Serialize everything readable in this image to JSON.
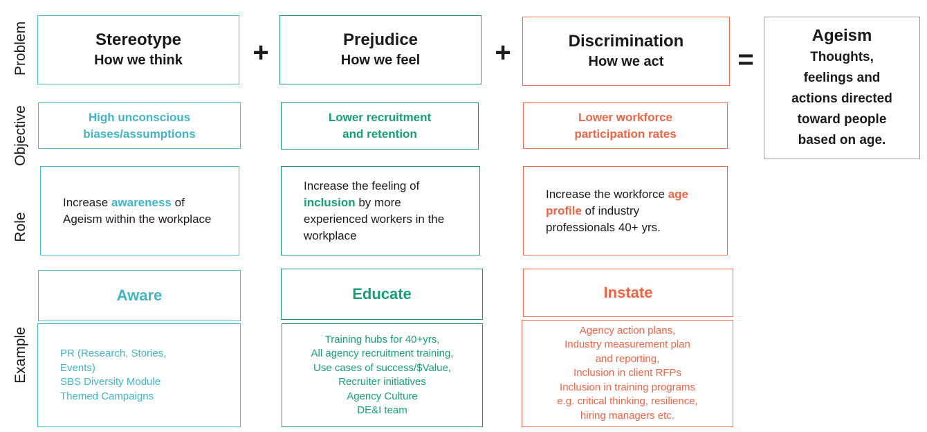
{
  "row_labels": {
    "problem": "Problem",
    "objective": "Objective",
    "role": "Role",
    "example": "Example"
  },
  "operators": {
    "plus1": "+",
    "plus2": "+",
    "equals": "="
  },
  "columns": {
    "stereotype": {
      "title": "Stereotype",
      "subtitle": "How we think",
      "objective": [
        "High unconscious",
        "biases/assumptions"
      ],
      "role": {
        "before": "Increase ",
        "highlight": "awareness",
        "after": " of Ageism within the workplace"
      },
      "verb": "Aware",
      "examples": [
        "PR (Research, Stories,",
        "Events)",
        "SBS Diversity Module",
        "Themed Campaigns"
      ]
    },
    "prejudice": {
      "title": "Prejudice",
      "subtitle": "How we feel",
      "objective": [
        "Lower recruitment",
        "and retention"
      ],
      "role": {
        "before": "Increase the feeling of ",
        "highlight": "inclusion",
        "after": " by more experienced workers in the workplace"
      },
      "verb": "Educate",
      "examples": [
        "Training hubs for 40+yrs,",
        "All agency recruitment training,",
        "Use cases of success/$Value,",
        "Recruiter initiatives",
        "Agency Culture",
        "DE&I team"
      ]
    },
    "discrimination": {
      "title": "Discrimination",
      "subtitle": "How we act",
      "objective": [
        "Lower workforce",
        "participation rates"
      ],
      "role": {
        "before": "Increase the workforce ",
        "highlight": "age profile",
        "after": " of industry professionals 40+ yrs."
      },
      "verb": "Instate",
      "examples": [
        "Agency action plans,",
        "Industry measurement plan",
        "and reporting,",
        "Inclusion in client RFPs",
        "Inclusion in training programs",
        "e.g. critical thinking, resilience,",
        "hiring managers etc."
      ]
    }
  },
  "result": {
    "title": "Ageism",
    "lines": [
      "Thoughts,",
      "feelings and",
      "actions directed",
      "toward people",
      "based on age."
    ]
  },
  "colors": {
    "teal": "#3fb5c6",
    "green": "#14a075",
    "orange": "#ef6445",
    "gray": "#9a9a9a"
  }
}
